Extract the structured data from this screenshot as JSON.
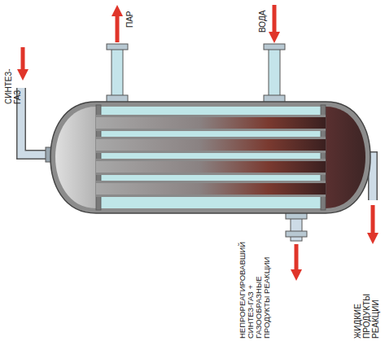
{
  "diagram": {
    "labels": [
      "СИНТЕЗ-ГАЗ",
      "ПАР",
      "ВОДА",
      "НЕПРОРЕАГИРОВАВШИЙ СИНТЕЗ-ГАЗ + ГАЗООБРАЗНЫЕ ПРОДУКТЫ РЕАКЦИИ",
      "ЖИДКИЕ ПРОДУКТЫ РЕАКЦИИ"
    ]
  }
}
